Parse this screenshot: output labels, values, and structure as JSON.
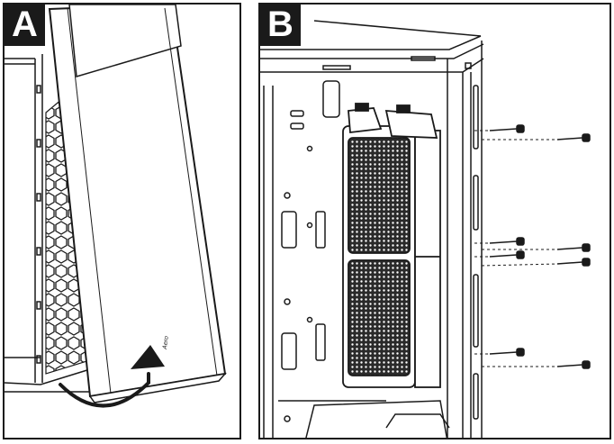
{
  "panels": [
    {
      "label": "A",
      "logo_text": "Aero"
    },
    {
      "label": "B"
    }
  ],
  "colors": {
    "line": "#1a1a1a",
    "background": "#ffffff",
    "label_bg": "#1a1a1a",
    "label_text": "#ffffff"
  }
}
